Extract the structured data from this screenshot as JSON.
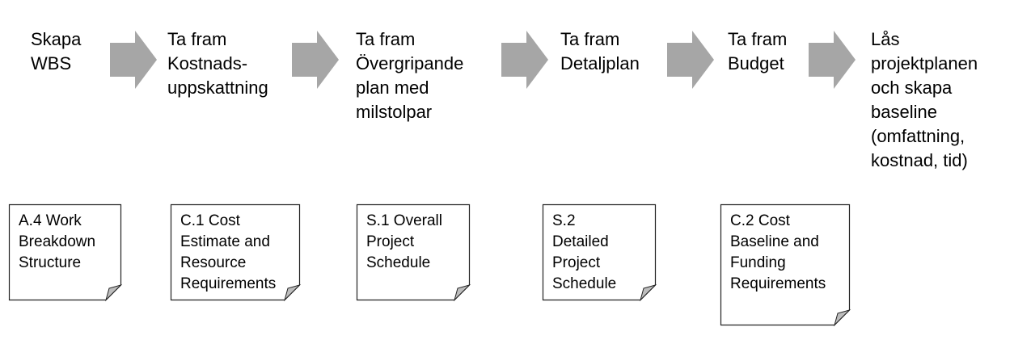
{
  "colors": {
    "arrow_fill": "#a6a6a6",
    "doc_border": "#222222",
    "doc_fold": "#bdbdbd"
  },
  "steps": [
    {
      "label": "Skapa\nWBS"
    },
    {
      "label": "Ta fram\nKostnads-\nuppskattning"
    },
    {
      "label": "Ta fram\nÖvergripande\nplan med\nmilstolpar"
    },
    {
      "label": "Ta fram\nDetaljplan"
    },
    {
      "label": "Ta fram\nBudget"
    },
    {
      "label": "Lås\nprojektplanen\noch skapa\nbaseline\n(omfattning,\nkostnad, tid)"
    }
  ],
  "documents": [
    {
      "text": "A.4 Work\nBreakdown\nStructure"
    },
    {
      "text": "C.1 Cost\nEstimate and\nResource\nRequirements"
    },
    {
      "text": "S.1 Overall\nProject\nSchedule"
    },
    {
      "text": "S.2\nDetailed\nProject\nSchedule"
    },
    {
      "text": "C.2 Cost\nBaseline and\nFunding\nRequirements"
    }
  ]
}
